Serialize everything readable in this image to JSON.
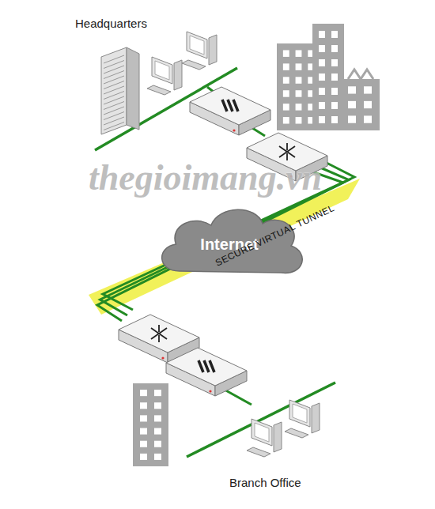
{
  "diagram": {
    "nodes": [
      {
        "text": [
          "Internet"
        ]
      }
    ],
    "labels": [
      "Headquarters",
      "SECURE VIRTUAL TUNNEL",
      "thegioimang.vn",
      "Branch Office"
    ]
  }
}
